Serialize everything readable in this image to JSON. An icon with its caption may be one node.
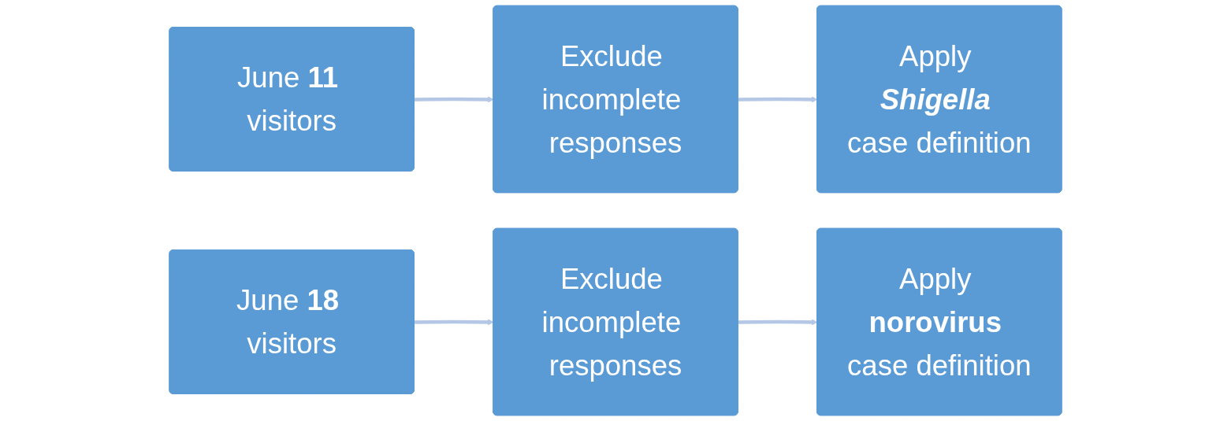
{
  "diagram": {
    "nodes": [
      {
        "text": [
          "June **11** visitors"
        ]
      },
      {
        "text": [
          "Exclude incomplete responses"
        ]
      },
      {
        "text": [
          "Apply *Shigella* case definition"
        ]
      },
      {
        "text": [
          "June **18** visitors"
        ]
      },
      {
        "text": [
          "Exclude incomplete responses"
        ]
      },
      {
        "text": [
          "Apply **norovirus** case definition"
        ]
      }
    ],
    "edges": [
      {
        "from": 0,
        "to": 1,
        "arrow": "to"
      },
      {
        "from": 1,
        "to": 2,
        "arrow": "to"
      },
      {
        "from": 3,
        "to": 4,
        "arrow": "to"
      },
      {
        "from": 4,
        "to": 5,
        "arrow": "to"
      }
    ]
  }
}
